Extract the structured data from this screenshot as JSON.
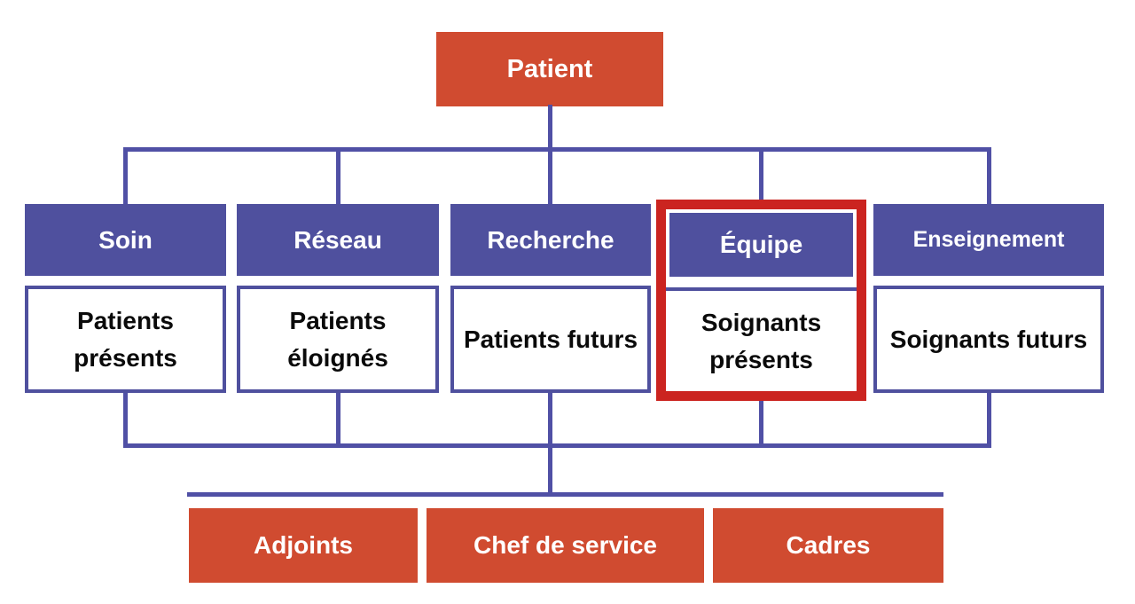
{
  "diagram": {
    "root": {
      "label": "Patient"
    },
    "branches": [
      {
        "category": "Soin",
        "audience": "Patients présents",
        "highlighted": false
      },
      {
        "category": "Réseau",
        "audience": "Patients éloignés",
        "highlighted": false
      },
      {
        "category": "Recherche",
        "audience": "Patients futurs",
        "highlighted": false
      },
      {
        "category": "Équipe",
        "audience": "Soignants présents",
        "highlighted": true
      },
      {
        "category": "Enseignement",
        "audience": "Soignants futurs",
        "highlighted": false
      }
    ],
    "management": [
      {
        "label": "Adjoints"
      },
      {
        "label": "Chef de service"
      },
      {
        "label": "Cadres"
      }
    ],
    "colors": {
      "box_orange": "#D04B30",
      "box_blue": "#4F509E",
      "connector_blue": "#5050A5",
      "highlight_red": "#CB2420",
      "text_light": "#FFFFFF",
      "text_dark": "#0A0A0A",
      "page_bg": "#FFFFFF"
    }
  }
}
